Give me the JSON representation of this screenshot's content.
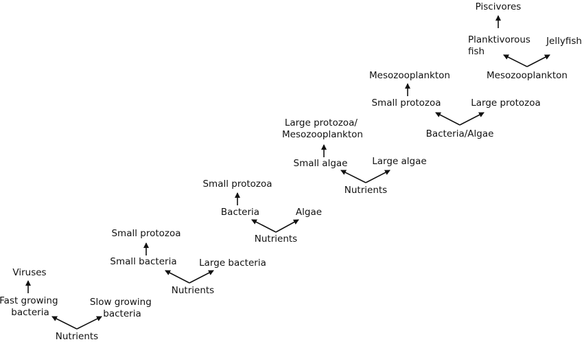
{
  "stages": [
    {
      "nutrients": "Nutrients",
      "left": "Fast growing bacteria",
      "right": "Slow growing bacteria",
      "top": "Viruses"
    },
    {
      "nutrients": "Nutrients",
      "left": "Small bacteria",
      "right": "Large bacteria",
      "top": "Small protozoa"
    },
    {
      "nutrients": "Nutrients",
      "left": "Bacteria",
      "right": "Algae",
      "top": "Small protozoa"
    },
    {
      "nutrients": "Nutrients",
      "left": "Small algae",
      "right": "Large algae",
      "top": "Large protozoa/ Mesozooplankton"
    },
    {
      "nutrients": "Bacteria/Algae",
      "left": "Small protozoa",
      "right": "Large protozoa",
      "top": "Mesozooplankton"
    },
    {
      "nutrients": "Mesozooplankton",
      "left": "Planktivorous fish",
      "right": "Jellyfish",
      "top": "Piscivores"
    }
  ]
}
